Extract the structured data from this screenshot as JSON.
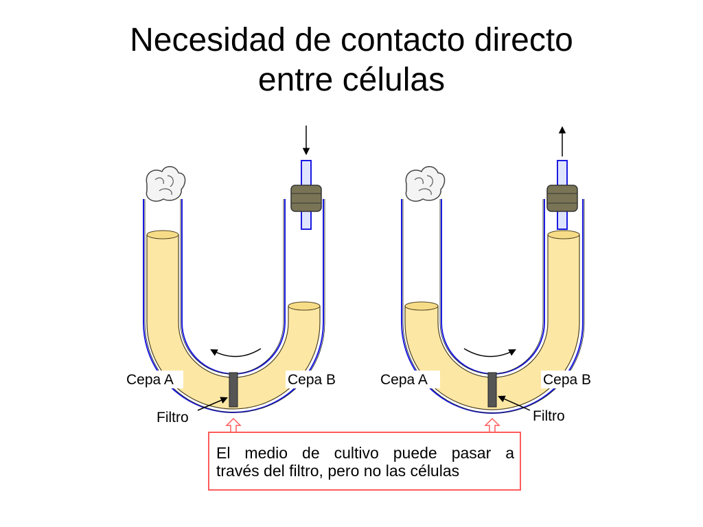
{
  "title": {
    "line1": "Necesidad de contacto directo",
    "line2": "entre células"
  },
  "left_apparatus": {
    "label_a": "Cepa A",
    "label_b": "Cepa B",
    "label_filter": "Filtro",
    "flow": "in"
  },
  "right_apparatus": {
    "label_a": "Cepa A",
    "label_b": "Cepa B",
    "label_filter": "Filtro",
    "flow": "out"
  },
  "note": {
    "line1": "El medio de cultivo puede pasar a",
    "line2": "través del filtro, pero no las células"
  },
  "colors": {
    "medium": "#fde7a4",
    "tube_outline": "#1a1ae0",
    "stopper": "#7a7456",
    "note_border": "#ff5a5a",
    "filter": "#555555"
  }
}
